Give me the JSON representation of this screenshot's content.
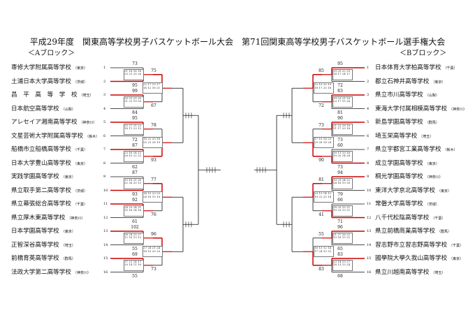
{
  "title": "平成29年度　関東高等学校男子バスケットボール大会　第71回関東高等学校男子バスケットボール選手権大会",
  "block_a_label": "＜Aブロック＞",
  "block_b_label": "＜Bブロック＞",
  "colors": {
    "winner_line": "#cc0000",
    "line": "#111111"
  },
  "block_a": [
    {
      "seed": "1",
      "name": "専修大学附属高等学校",
      "pref": "（東京）"
    },
    {
      "seed": "2",
      "name": "土浦日本大学高等学校",
      "pref": "（茨城）"
    },
    {
      "seed": "3",
      "name": "昌　平　高　等　学　校",
      "pref": "（埼玉）"
    },
    {
      "seed": "4",
      "name": "日本航空高等学校",
      "pref": "（山梨）"
    },
    {
      "seed": "5",
      "name": "アレセイア湘南高等学校",
      "pref": "（神奈川）"
    },
    {
      "seed": "6",
      "name": "文星芸術大学附属高等学校",
      "pref": "（栃木）"
    },
    {
      "seed": "7",
      "name": "船橋市立船橋高等学校",
      "pref": "（千葉）"
    },
    {
      "seed": "8",
      "name": "日本大学豊山高等学校",
      "pref": "（東京）"
    },
    {
      "seed": "9",
      "name": "実践学園高等学校",
      "pref": "（東京）"
    },
    {
      "seed": "10",
      "name": "県立取手第二高等学校",
      "pref": "（茨城）"
    },
    {
      "seed": "11",
      "name": "県立幕張総合高等学校",
      "pref": "（千葉）"
    },
    {
      "seed": "12",
      "name": "県立厚木東高等学校",
      "pref": "（神奈川）"
    },
    {
      "seed": "13",
      "name": "日本学園高等学校",
      "pref": "（東京）"
    },
    {
      "seed": "14",
      "name": "正智深谷高等学校",
      "pref": "（埼玉）"
    },
    {
      "seed": "15",
      "name": "前橋育英高等学校",
      "pref": "（群馬）"
    },
    {
      "seed": "16",
      "name": "法政大学第二高等学校",
      "pref": "（神奈川）"
    }
  ],
  "block_b": [
    {
      "seed": "1",
      "name": "日本体育大学柏高等学校",
      "pref": "（千葉）"
    },
    {
      "seed": "2",
      "name": "都立石神井高等学校",
      "pref": "（東京）"
    },
    {
      "seed": "3",
      "name": "県立市川高等学校",
      "pref": "（山梨）"
    },
    {
      "seed": "4",
      "name": "東海大学付属相模高等学校",
      "pref": "（神奈川）"
    },
    {
      "seed": "5",
      "name": "新島学園高等学校",
      "pref": "（群馬）"
    },
    {
      "seed": "6",
      "name": "埼玉栄高等学校",
      "pref": "（埼玉）"
    },
    {
      "seed": "7",
      "name": "県立宇都宮工業高等学校",
      "pref": "（栃木）"
    },
    {
      "seed": "8",
      "name": "成立学園高等学校",
      "pref": "（東京）"
    },
    {
      "seed": "9",
      "name": "桐光学園高等学校",
      "pref": "（神奈川）"
    },
    {
      "seed": "10",
      "name": "東洋大学京北高等学校",
      "pref": "（東京）"
    },
    {
      "seed": "11",
      "name": "常磐大学高等学校",
      "pref": "（茨城）"
    },
    {
      "seed": "12",
      "name": "八千代松陰高等学校",
      "pref": "（千葉）"
    },
    {
      "seed": "13",
      "name": "県立前橋商業高等学校",
      "pref": "（群馬）"
    },
    {
      "seed": "14",
      "name": "習志野市立習志野高等学校",
      "pref": "（千葉）"
    },
    {
      "seed": "15",
      "name": "國學院大學久我山高等学校",
      "pref": "（東京）"
    },
    {
      "seed": "16",
      "name": "県立川越南高等学校",
      "pref": "（埼玉）"
    }
  ],
  "a_r1": [
    {
      "top": "73",
      "bot": "95",
      "q": [
        "21",
        "18",
        "16",
        "18",
        "23",
        "21",
        "25",
        "26"
      ]
    },
    {
      "top": "99",
      "bot": "84",
      "q": [
        "20",
        "21",
        "25",
        "33",
        "21",
        "22",
        "19",
        "20"
      ]
    },
    {
      "top": "95",
      "bot": "72",
      "q": [
        "25",
        "27",
        "21",
        "22",
        "18",
        "11",
        "23",
        "12"
      ]
    },
    {
      "top": "87",
      "bot": "62",
      "q": [
        "23",
        "18",
        "14",
        "12",
        "28",
        "10",
        "22",
        "22"
      ]
    },
    {
      "top": "87",
      "bot": "93",
      "q": [
        "13",
        "18",
        "21",
        "35",
        "22",
        "28",
        "20",
        "12"
      ]
    },
    {
      "top": "92",
      "bot": "61",
      "q": [
        "24",
        "23",
        "24",
        "21",
        "15",
        "16",
        "14",
        "16"
      ]
    },
    {
      "top": "102",
      "bot": "55",
      "q": [
        "26",
        "24",
        "25",
        "27",
        "12",
        "18",
        "13",
        "12"
      ]
    },
    {
      "top": "69",
      "bot": "55",
      "q": [
        "17",
        "21",
        "14",
        "17",
        "20",
        "14",
        "11",
        "10"
      ]
    }
  ],
  "a_r2": [
    {
      "top": "75",
      "bot": "67",
      "q": [
        "22",
        "17",
        "19",
        "17",
        "16",
        "12",
        "18",
        "21"
      ]
    },
    {
      "top": "78",
      "bot": "93",
      "q": [
        "18",
        "22",
        "20",
        "18",
        "25",
        "21",
        "28",
        "19"
      ]
    },
    {
      "top": "77",
      "bot": "76",
      "q": [
        "14",
        "15",
        "23",
        "25",
        "24",
        "18",
        "15",
        "19"
      ]
    },
    {
      "top": "96",
      "bot": "73",
      "q": [
        "27",
        "24",
        "21",
        "24",
        "18",
        "15",
        "20",
        "20"
      ]
    }
  ],
  "b_r1": [
    {
      "top": "95",
      "bot": "72",
      "q": [
        "19",
        "25",
        "22",
        "29",
        "14",
        "17",
        "24",
        "17"
      ]
    },
    {
      "top": "83",
      "bot": "81",
      "q": [
        "19",
        "23",
        "21",
        "20",
        "23",
        "17",
        "15",
        "26"
      ]
    },
    {
      "top": "90",
      "bot": "73",
      "q": [
        "21",
        "23",
        "28",
        "18",
        "11",
        "17",
        "29",
        "18"
      ]
    },
    {
      "top": "60",
      "bot": "73",
      "q": [
        "18",
        "11",
        "15",
        "16",
        "19",
        "20",
        "14",
        "28"
      ]
    },
    {
      "top": "94",
      "bot": "79",
      "q": [
        "19",
        "29",
        "24",
        "22",
        "24",
        "16",
        "19",
        "20"
      ]
    },
    {
      "top": "66",
      "bot": "71",
      "q": [
        "18",
        "25",
        "15",
        "21",
        "19",
        "23",
        "13",
        "21"
      ]
    },
    {
      "top": "96",
      "bot": "65",
      "q": [
        "21",
        "27",
        "26",
        "22",
        "13",
        "16",
        "15",
        "21"
      ]
    },
    {
      "top": "83",
      "bot": "68",
      "q": [
        "23",
        "14",
        "19",
        "27",
        "18",
        "13",
        "13",
        "24"
      ]
    }
  ],
  "b_r2": [
    {
      "top": "85",
      "bot": "72",
      "q": [
        "22",
        "19",
        "25",
        "19",
        "18",
        "17",
        "20",
        "18"
      ]
    },
    {
      "top": "73",
      "bot": "90",
      "q": [
        "17",
        "15",
        "18",
        "23",
        "20",
        "28",
        "18",
        "24"
      ]
    },
    {
      "top": "81",
      "bot": "41",
      "q": [
        "23",
        "13",
        "14",
        "12",
        "19",
        "22",
        "25",
        "14"
      ]
    },
    {
      "top": "55",
      "bot": "83",
      "q": [
        "16",
        "13",
        "12",
        "14",
        "17",
        "24",
        "10",
        "32"
      ]
    }
  ]
}
